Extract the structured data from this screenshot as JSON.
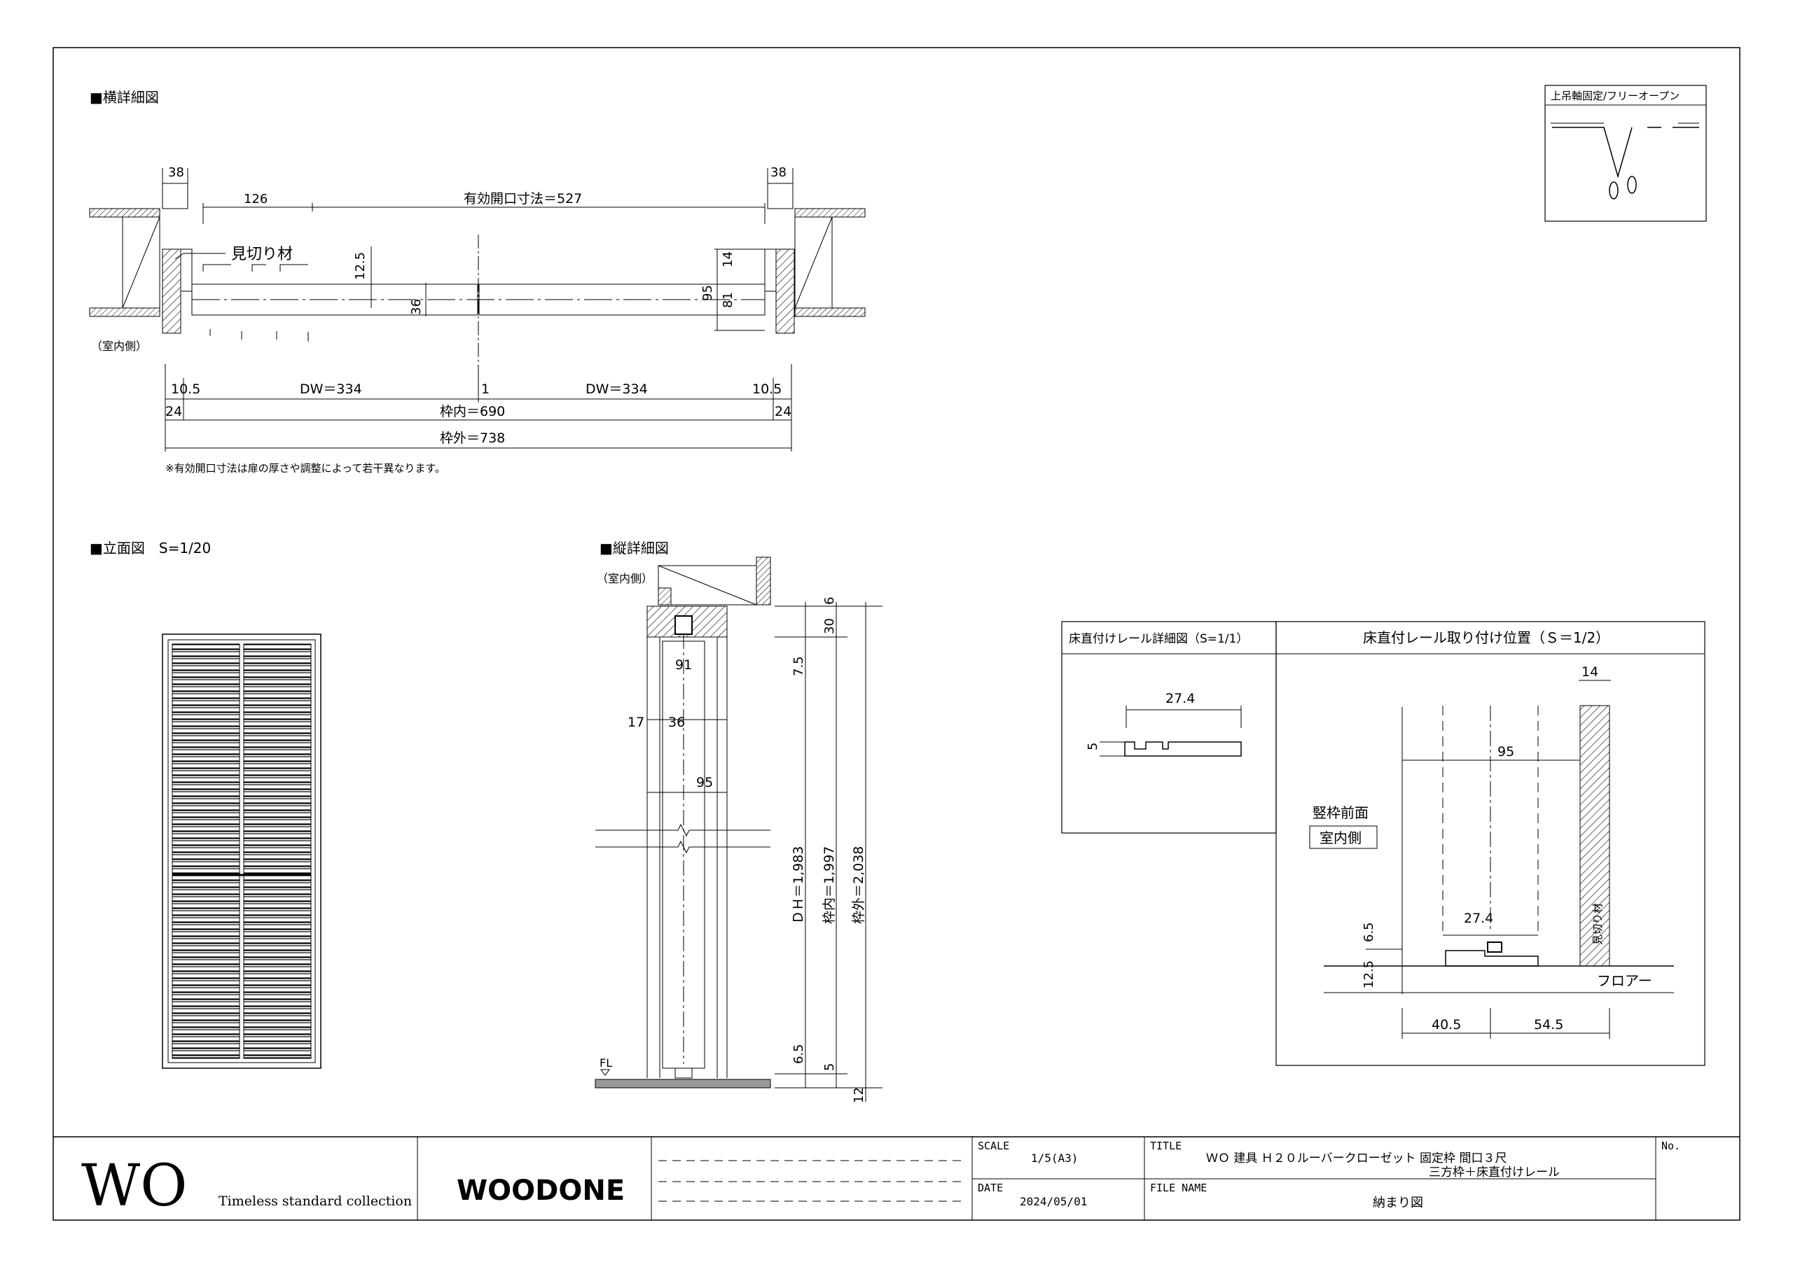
{
  "sections": {
    "horizontal": {
      "heading": "■横詳細図",
      "dims": {
        "left_38": "38",
        "right_38": "38",
        "d126": "126",
        "effective_opening": "有効開口寸法＝527",
        "d12_5": "12.5",
        "d36": "36",
        "d14": "14",
        "d95": "95",
        "d81": "81",
        "d10_5_left": "10.5",
        "d10_5_right": "10.5",
        "dw_left": "DW＝334",
        "dw_right": "DW＝334",
        "d1": "1",
        "d24_left": "24",
        "d24_right": "24",
        "inner_frame": "枠内＝690",
        "outer_frame": "枠外＝738"
      },
      "label_mikiri": "見切り材",
      "label_indoor": "（室内側）",
      "note": "※有効開口寸法は扉の厚さや調整によって若干異なります。"
    },
    "elevation": {
      "heading": "■立面図　S=1/20"
    },
    "vertical": {
      "heading": "■縦詳細図",
      "label_indoor": "（室内側）",
      "dims": {
        "d6": "6",
        "d30": "30",
        "d7_5": "7.5",
        "d91": "91",
        "d17": "17",
        "d36": "36",
        "d95": "95",
        "dh": "ＤＨ＝1,983",
        "inner": "枠内＝1,997",
        "outer": "枠外＝2,038",
        "d6_5": "6.5",
        "d5": "5",
        "d12": "12"
      },
      "fl_label": "FL"
    },
    "open_type": {
      "title": "上吊軸固定/フリーオープン"
    },
    "rail_detail": {
      "title": "床直付けレール詳細図（S=1/1）",
      "d27_4": "27.4",
      "d5": "5"
    },
    "rail_position": {
      "title": "床直付レール取り付け位置（Ｓ＝1/2）",
      "d14": "14",
      "d95": "95",
      "d27_4": "27.4",
      "d6_5": "6.5",
      "d12_5": "12.5",
      "d40_5": "40.5",
      "d54_5": "54.5",
      "label_front": "竪枠前面",
      "label_indoor": "室内側",
      "label_mikiri": "見切り材",
      "label_floor": "フロアー"
    }
  },
  "titleblock": {
    "brand": "WO",
    "tagline": "Timeless standard collection",
    "maker_logo": "WOODONE",
    "scale_label": "SCALE",
    "scale_value": "1/5(A3)",
    "date_label": "DATE",
    "date_value": "2024/05/01",
    "title_label": "TITLE",
    "title_line1": "ＷＯ 建具 Ｈ２０ルーバークローゼット 固定枠 間口３尺",
    "title_line2": "三方枠＋床直付けレール",
    "filename_label": "FILE NAME",
    "filename_value": "納まり図",
    "no_label": "No."
  }
}
